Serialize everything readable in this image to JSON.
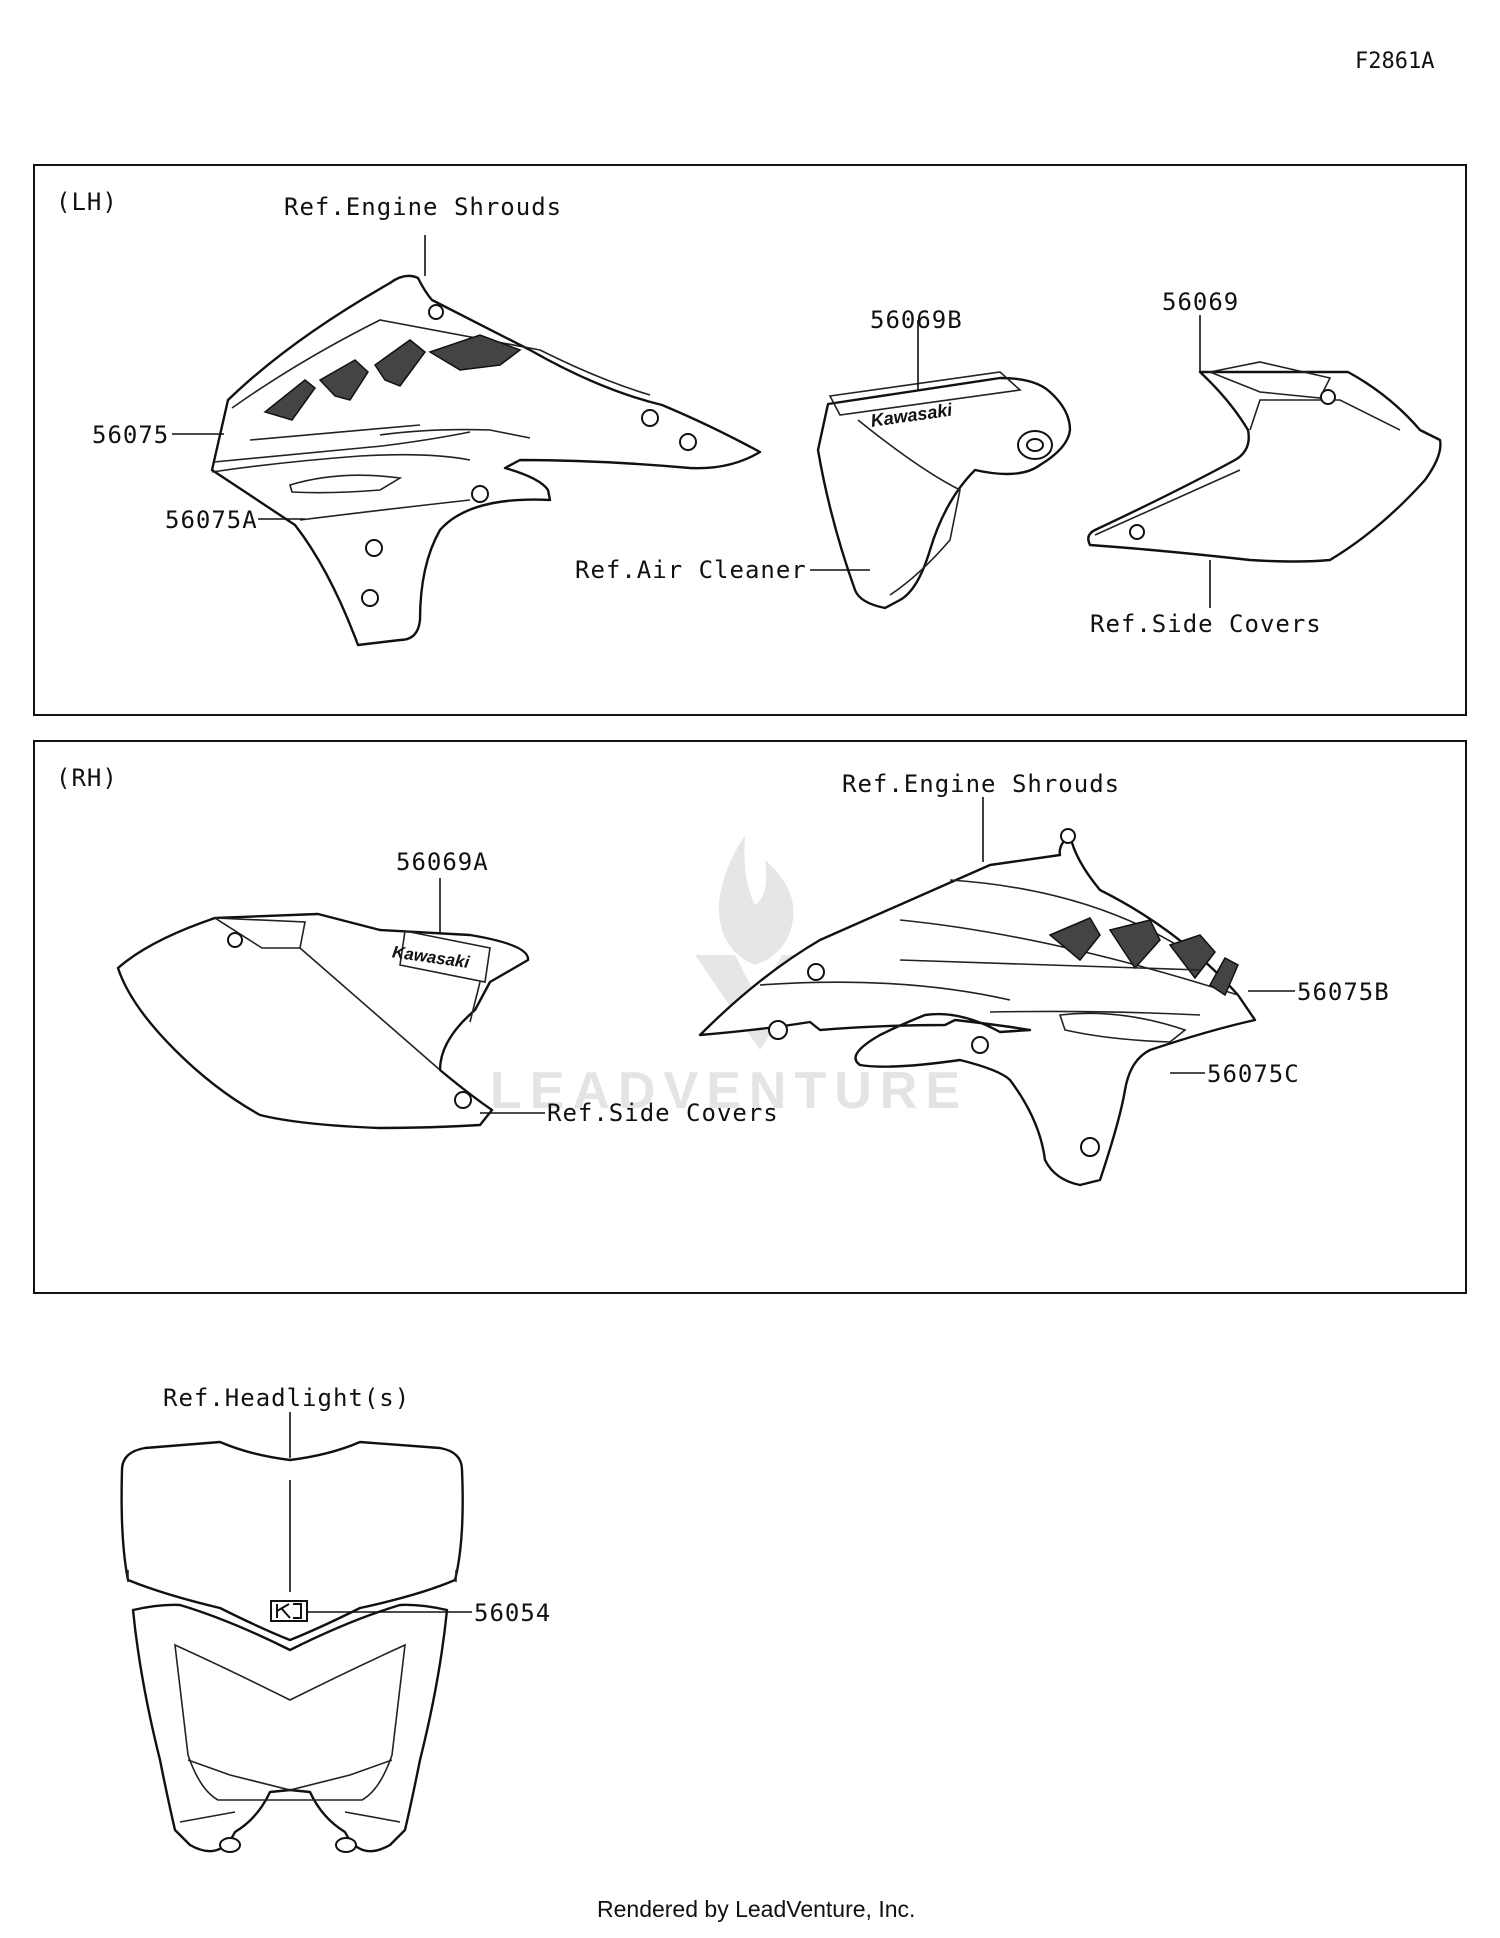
{
  "figure_code": "F2861A",
  "panels": {
    "lh": {
      "side_label": "(LH)",
      "labels": {
        "ref_engine_shrouds": "Ref.Engine Shrouds",
        "p56075": "56075",
        "p56075A": "56075A",
        "p56069B": "56069B",
        "ref_air_cleaner": "Ref.Air Cleaner",
        "p56069": "56069",
        "ref_side_covers": "Ref.Side Covers"
      },
      "decal_text": "Kawasaki"
    },
    "rh": {
      "side_label": "(RH)",
      "labels": {
        "p56069A": "56069A",
        "ref_side_covers": "Ref.Side Covers",
        "ref_engine_shrouds": "Ref.Engine Shrouds",
        "p56075B": "56075B",
        "p56075C": "56075C"
      },
      "decal_text": "Kawasaki"
    }
  },
  "headlight": {
    "labels": {
      "ref_headlights": "Ref.Headlight(s)",
      "p56054": "56054"
    }
  },
  "watermark": "LEADVENTURE",
  "footer": "Rendered by LeadVenture, Inc."
}
